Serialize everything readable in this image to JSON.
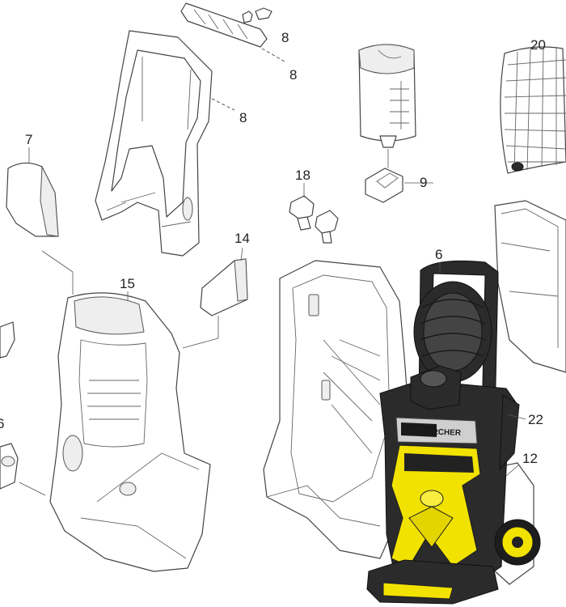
{
  "callouts": [
    {
      "id": "c8a",
      "label": "8"
    },
    {
      "id": "c8b",
      "label": "8"
    },
    {
      "id": "c8c",
      "label": "8"
    },
    {
      "id": "c20",
      "label": "20"
    },
    {
      "id": "c7",
      "label": "7"
    },
    {
      "id": "c18",
      "label": "18"
    },
    {
      "id": "c9",
      "label": "9"
    },
    {
      "id": "c14",
      "label": "14"
    },
    {
      "id": "c6",
      "label": "6"
    },
    {
      "id": "c15",
      "label": "15"
    },
    {
      "id": "c22",
      "label": "22"
    },
    {
      "id": "c12",
      "label": "12"
    },
    {
      "id": "c16",
      "label": "6"
    }
  ],
  "brand": {
    "text": "KÄRCHER",
    "color": "#f2e200"
  },
  "colors": {
    "yellow": "#f2e200",
    "dark": "#2b2b2b",
    "line": "#444444"
  }
}
